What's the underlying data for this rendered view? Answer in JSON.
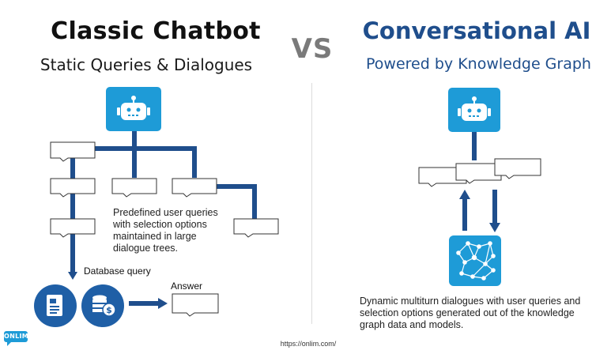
{
  "left": {
    "title": "Classic Chatbot",
    "subtitle": "Static Queries & Dialogues",
    "description": "Predefined user queries with selection options maintained in large dialogue trees.",
    "database_label": "Database query",
    "answer_label": "Answer"
  },
  "vs": "VS",
  "right": {
    "title": "Conversational AI",
    "subtitle": "Powered by Knowledge Graph",
    "description": "Dynamic multiturn dialogues with user queries and selection options generated out of the knowledge graph data and models."
  },
  "footer": {
    "url": "https://onlim.com/",
    "logo_text": "ONLIM"
  },
  "colors": {
    "tree_line": "#1f4e8c",
    "icon_blue": "#1e9bd7",
    "icon_dark": "#1f5fa6",
    "title_right": "#1f4e8c"
  }
}
